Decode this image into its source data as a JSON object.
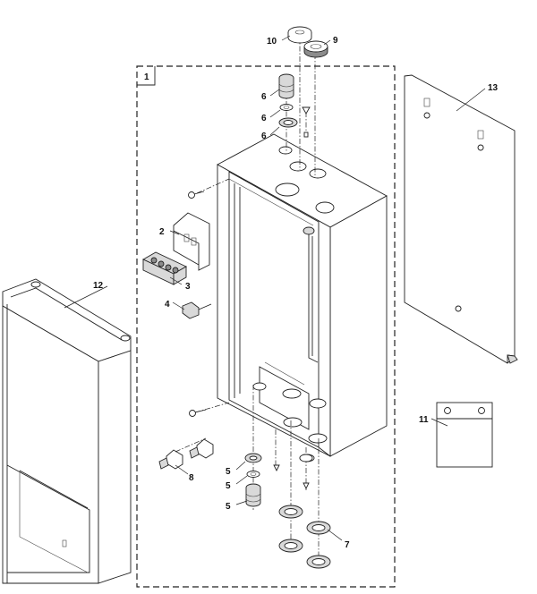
{
  "callouts": {
    "c1": "1",
    "c2": "2",
    "c3": "3",
    "c4": "4",
    "c5a": "5",
    "c5b": "5",
    "c5c": "5",
    "c6a": "6",
    "c6b": "6",
    "c6c": "6",
    "c7": "7",
    "c8": "8",
    "c9": "9",
    "c10": "10",
    "c11": "11",
    "c12": "12",
    "c13": "13"
  }
}
